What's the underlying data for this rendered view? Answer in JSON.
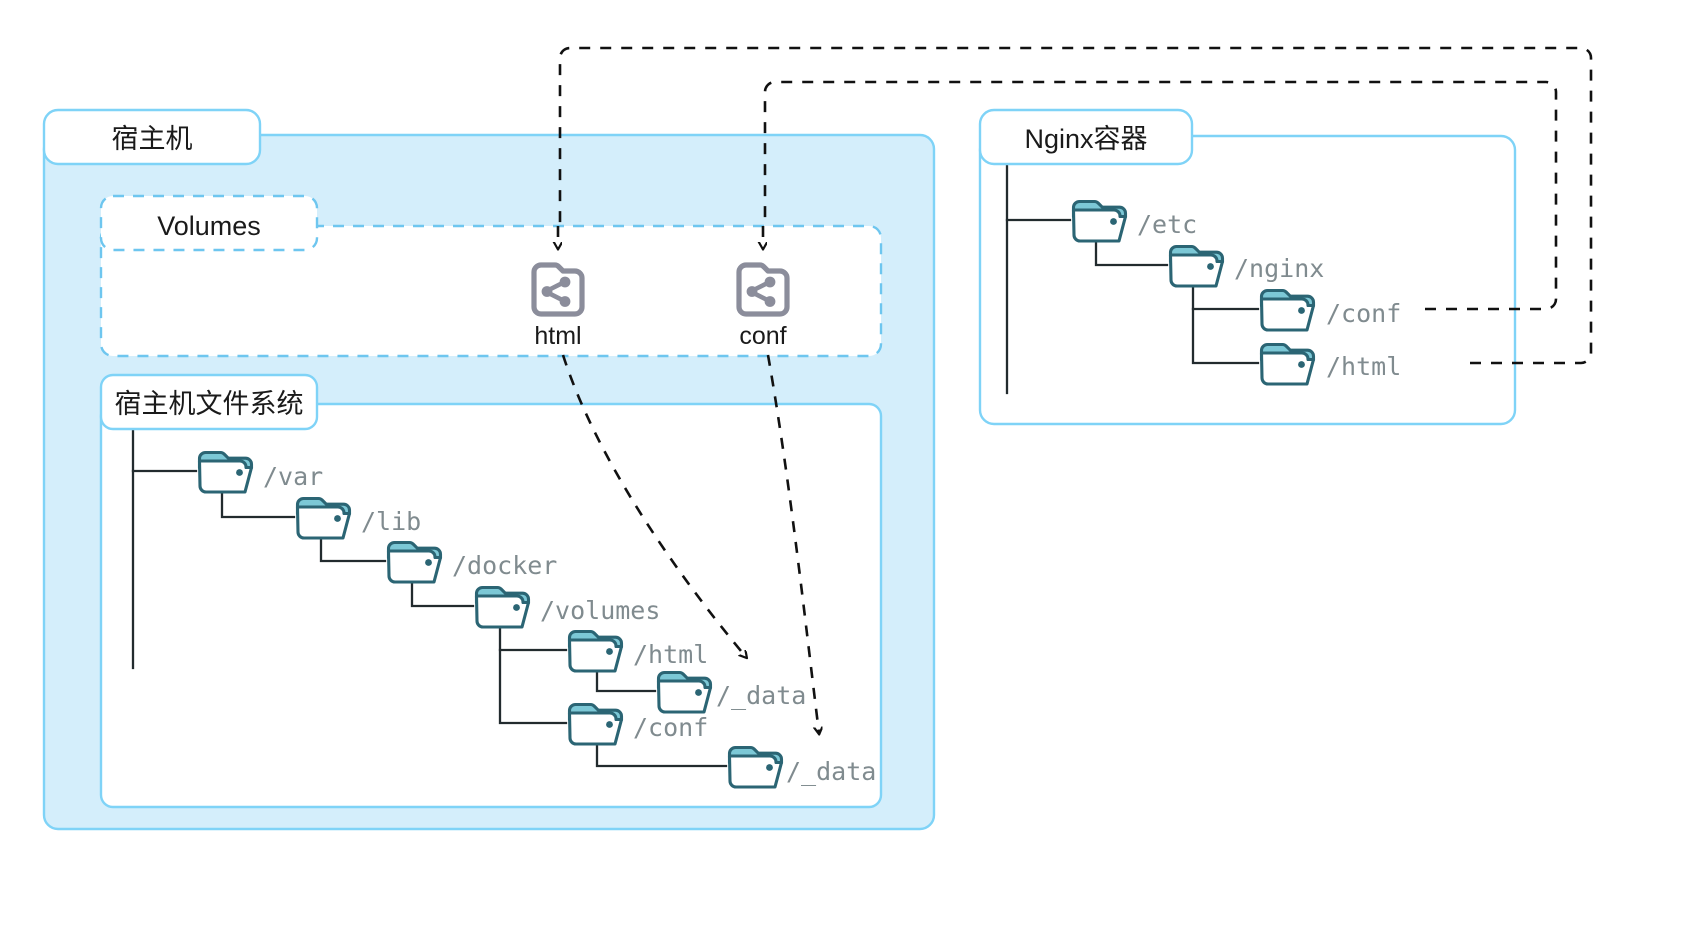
{
  "diagram": {
    "title_hidden": "",
    "colors": {
      "host_fill": "#d4eefb",
      "host_border": "#7fd3f7",
      "label_border": "#7fd3f7",
      "label_fill": "#ffffff",
      "volumes_dash": "#6ec6ef",
      "folder_outline": "#2b6574",
      "folder_tab": "#7cc8d6",
      "folder_body": "#ffffff",
      "tree_line": "#222b2e",
      "arrow_dash": "#111111",
      "share_icon": "#8b8d9b",
      "path_text": "#808b8f",
      "title_text": "#1a1a1a"
    }
  },
  "host": {
    "label": "宿主机"
  },
  "volumes": {
    "label": "Volumes",
    "shares": [
      {
        "name": "html",
        "icon": "share-folder-icon"
      },
      {
        "name": "conf",
        "icon": "share-folder-icon"
      }
    ]
  },
  "host_fs": {
    "label": "宿主机文件系统",
    "nodes": [
      {
        "id": "var",
        "label": "/var",
        "depth": 0
      },
      {
        "id": "lib",
        "label": "/lib",
        "depth": 1
      },
      {
        "id": "docker",
        "label": "/docker",
        "depth": 2
      },
      {
        "id": "volumes",
        "label": "/volumes",
        "depth": 3
      },
      {
        "id": "html",
        "label": "/html",
        "depth": 4
      },
      {
        "id": "htmldata",
        "label": "/_data",
        "depth": 5
      },
      {
        "id": "conf",
        "label": "/conf",
        "depth": 4
      },
      {
        "id": "confdata",
        "label": "/_data",
        "depth": 5
      }
    ]
  },
  "container": {
    "label": "Nginx容器",
    "nodes": [
      {
        "id": "etc",
        "label": "/etc",
        "depth": 0
      },
      {
        "id": "nginx",
        "label": "/nginx",
        "depth": 1
      },
      {
        "id": "conf",
        "label": "/conf",
        "depth": 2
      },
      {
        "id": "html",
        "label": "/html",
        "depth": 2
      }
    ]
  },
  "mounts": [
    {
      "from": "container:/html",
      "to": "volume:html",
      "style": "dashed"
    },
    {
      "from": "container:/conf",
      "to": "volume:conf",
      "style": "dashed"
    },
    {
      "from": "volume:html",
      "to": "hostfs:/html/_data",
      "style": "dashed"
    },
    {
      "from": "volume:conf",
      "to": "hostfs:/conf/_data",
      "style": "dashed"
    }
  ]
}
